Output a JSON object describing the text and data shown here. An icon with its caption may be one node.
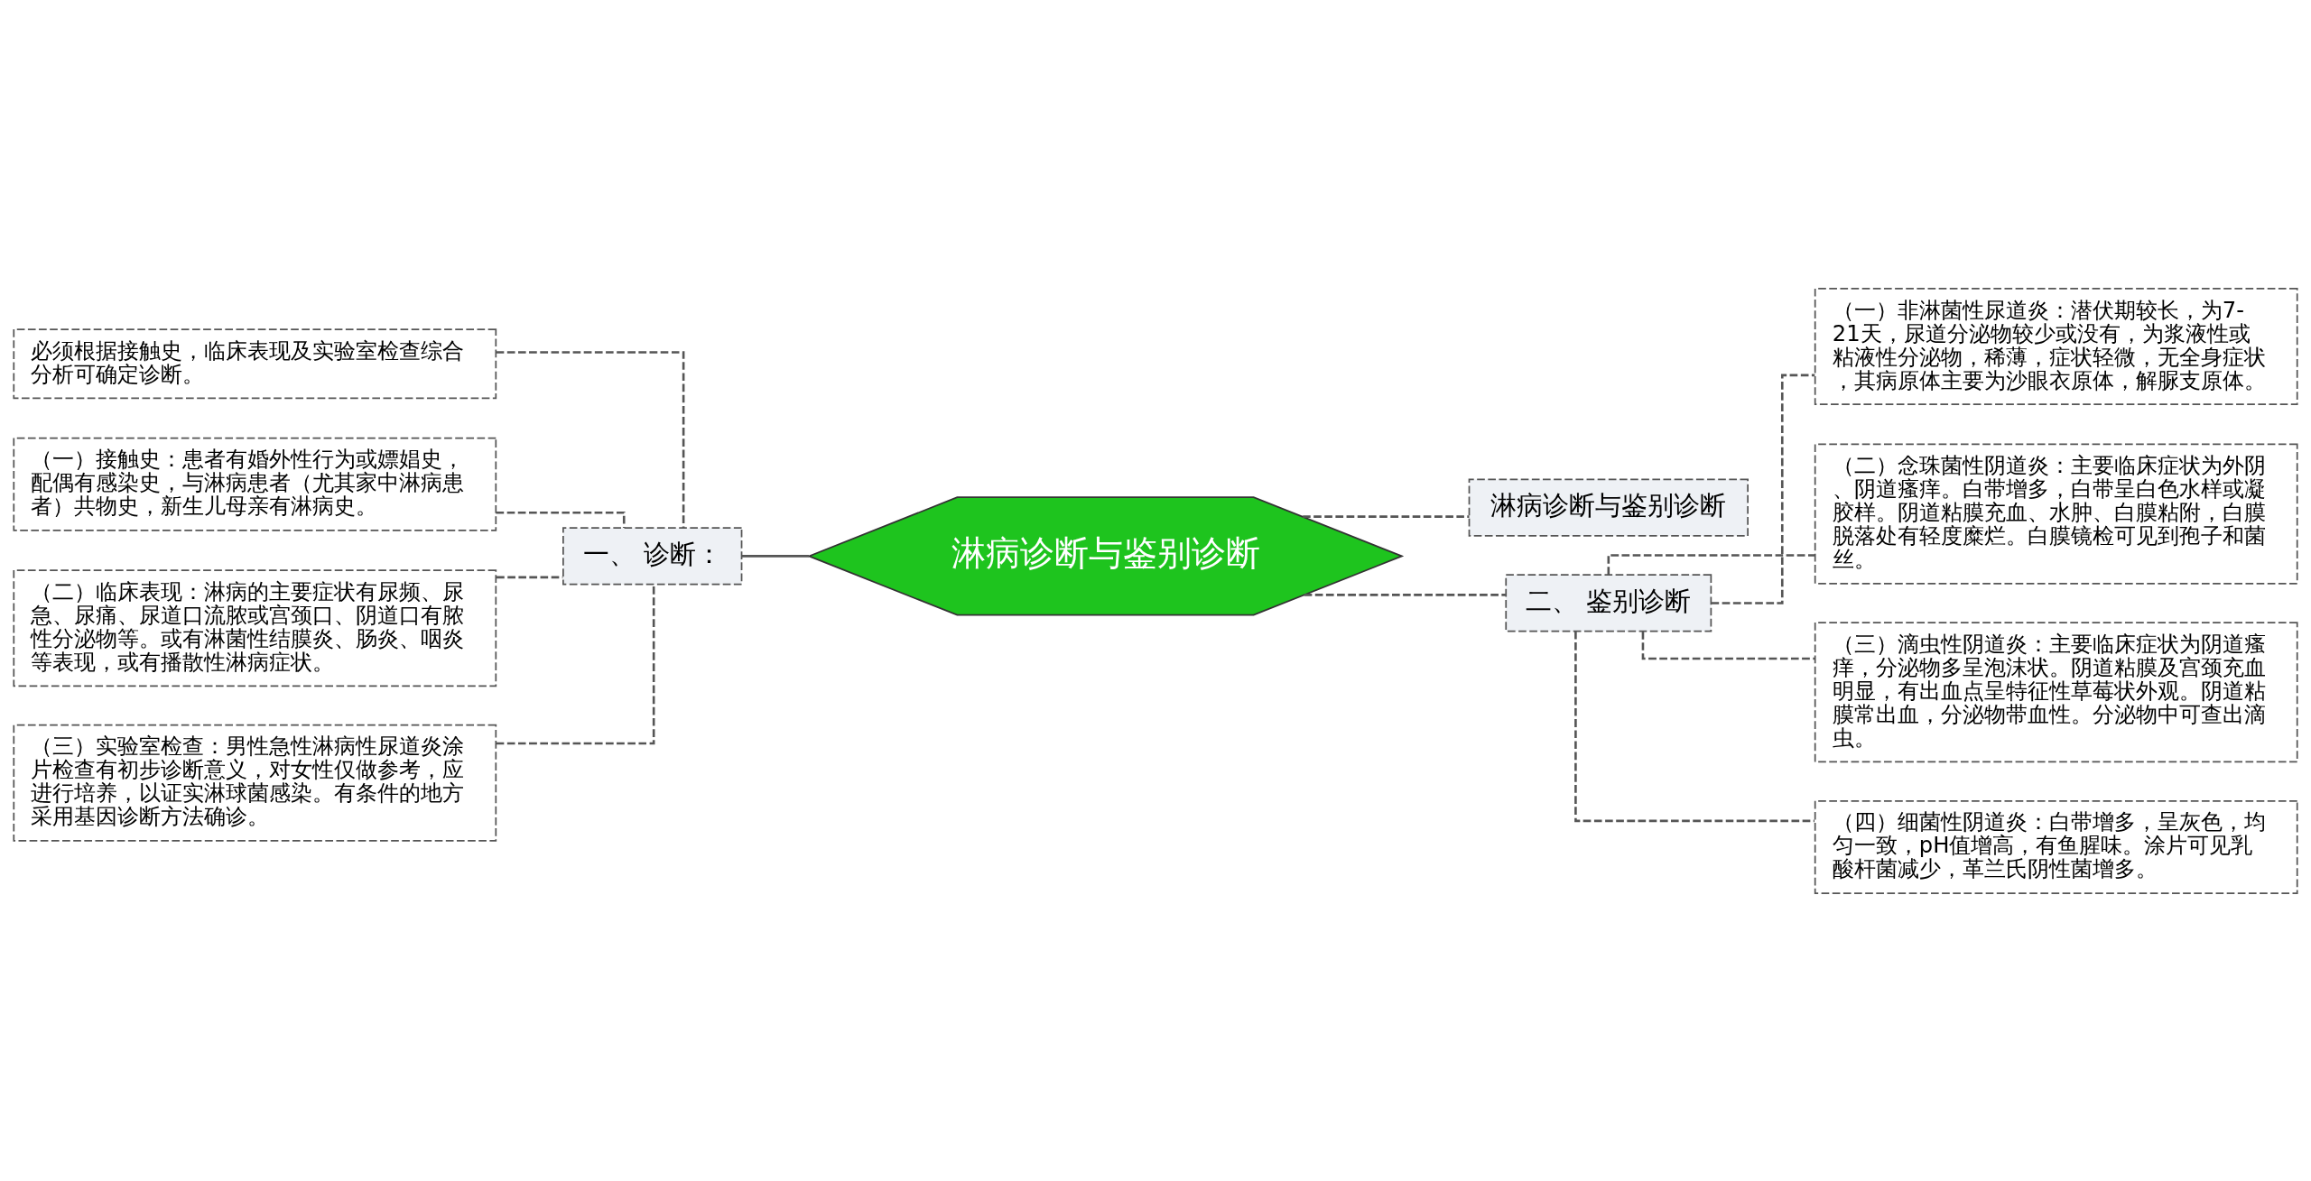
{
  "diagram": {
    "nodes": [
      {
        "text": [
          "淋病诊断与鉴别诊断"
        ]
      },
      {
        "text": [
          "一、 诊断："
        ]
      },
      {
        "text": [
          "必须根据接触史，临床表现及实验室检查综合分析可确定诊断。"
        ]
      },
      {
        "text": [
          "（一）接触史：患者有婚外性行为或嫖娼史，配偶有感染史，与淋病患者（尤其家中淋病患者）共物史，新生儿母亲有淋病史。"
        ]
      },
      {
        "text": [
          "（二）临床表现：淋病的主要症状有尿频、尿急、尿痛、尿道口流脓或宫颈口、阴道口有脓性分泌物等。或有淋菌性结膜炎、肠炎、咽炎等表现，或有播散性淋病症状。"
        ]
      },
      {
        "text": [
          "（三）实验室检查：男性急性淋病性尿道炎涂片检查有初步诊断意义，对女性仅做参考，应进行培养，以证实淋球菌感染。有条件的地方采用基因诊断方法确诊。"
        ]
      },
      {
        "text": [
          "淋病诊断与鉴别诊断"
        ]
      },
      {
        "text": [
          "二、 鉴别诊断"
        ]
      },
      {
        "text": [
          "（一）非淋菌性尿道炎：潜伏期较长，为7-21天，尿道分泌物较少或没有，为浆液性或粘液性分泌物，稀薄，症状轻微，无全身症状，其病原体主要为沙眼衣原体，解脲支原体。"
        ]
      },
      {
        "text": [
          "（二）念珠菌性阴道炎：主要临床症状为外阴、阴道瘙痒。白带增多，白带呈白色水样或凝胶样。阴道粘膜充血、水肿、白膜粘附，白膜脱落处有轻度糜烂。白膜镜检可见到孢子和菌丝。"
        ]
      },
      {
        "text": [
          "（三）滴虫性阴道炎：主要临床症状为阴道瘙痒，分泌物多呈泡沫状。阴道粘膜及宫颈充血明显，有出血点呈特征性草莓状外观。阴道粘膜常出血，分泌物带血性。分泌物中可查出滴虫。"
        ]
      },
      {
        "text": [
          "（四）细菌性阴道炎：白带增多，呈灰色，均匀一致，pH值增高，有鱼腥味。涂片可见乳酸杆菌减少，革兰氏阴性菌增多。"
        ]
      }
    ],
    "edges": [
      {
        "from": 0,
        "to": 1,
        "arrow": "none"
      },
      {
        "from": 1,
        "to": 2,
        "arrow": "none",
        "style": "dashed"
      },
      {
        "from": 1,
        "to": 3,
        "arrow": "none",
        "style": "dashed"
      },
      {
        "from": 1,
        "to": 4,
        "arrow": "none",
        "style": "dashed"
      },
      {
        "from": 1,
        "to": 5,
        "arrow": "none",
        "style": "dashed"
      },
      {
        "from": 0,
        "to": 6,
        "arrow": "none",
        "style": "dashed"
      },
      {
        "from": 0,
        "to": 7,
        "arrow": "none",
        "style": "dashed"
      },
      {
        "from": 7,
        "to": 8,
        "arrow": "none",
        "style": "dashed"
      },
      {
        "from": 7,
        "to": 9,
        "arrow": "none",
        "style": "dashed"
      },
      {
        "from": 7,
        "to": 10,
        "arrow": "none",
        "style": "dashed"
      },
      {
        "from": 7,
        "to": 11,
        "arrow": "none",
        "style": "dashed"
      }
    ]
  }
}
